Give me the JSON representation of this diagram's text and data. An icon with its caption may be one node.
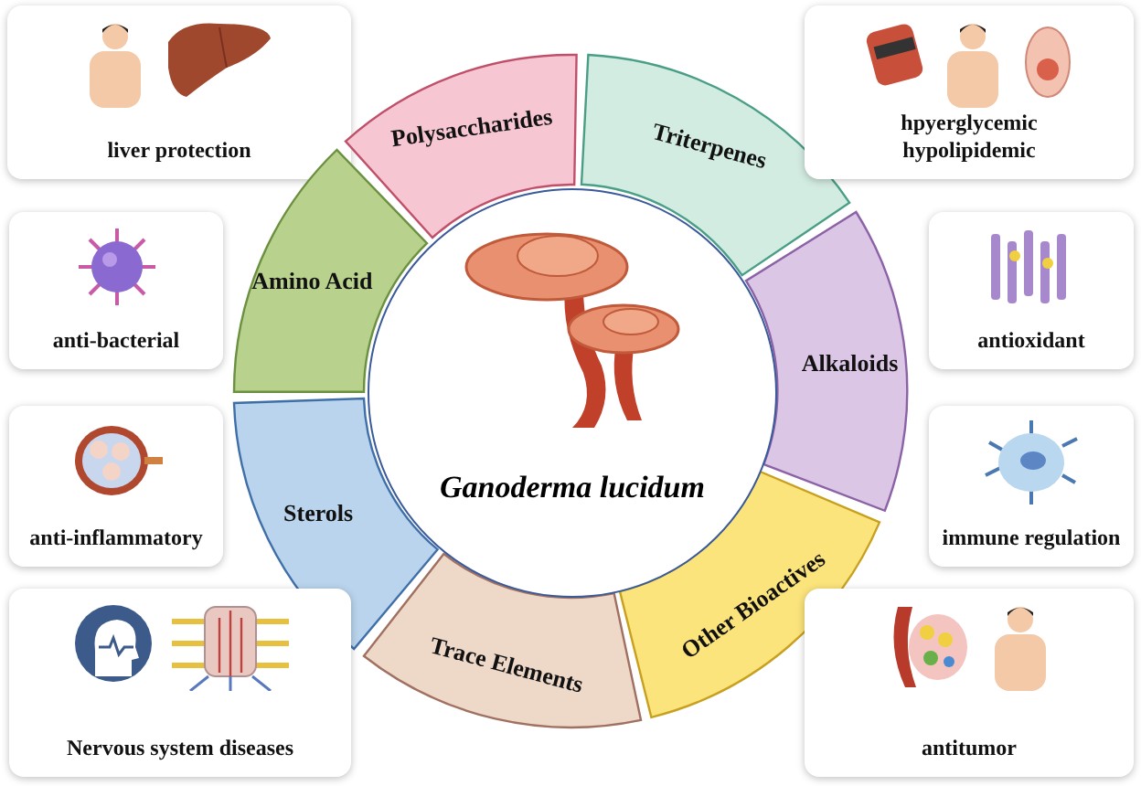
{
  "diagram": {
    "nodes": [
      {
        "text": [
          "liver protection"
        ]
      },
      {
        "text": [
          "Polysaccharides"
        ]
      },
      {
        "text": [
          "Triterpenes"
        ]
      },
      {
        "text": [
          "hpyerglycemic hypolipidemic"
        ]
      },
      {
        "text": [
          "anti-bacterial"
        ]
      },
      {
        "text": [
          "Amino Acid"
        ]
      },
      {
        "text": [
          "antioxidant"
        ]
      },
      {
        "text": [
          "Alkaloids"
        ]
      },
      {
        "text": [
          "Ganoderma lucidum"
        ]
      },
      {
        "text": [
          "anti-inflammatory"
        ]
      },
      {
        "text": [
          "Sterols"
        ]
      },
      {
        "text": [
          "immune regulation"
        ]
      },
      {
        "text": [
          "Other Bioactives"
        ]
      },
      {
        "text": [
          "Trace Elements"
        ]
      },
      {
        "text": [
          "Nervous system diseases"
        ]
      },
      {
        "text": [
          "antitumor"
        ]
      }
    ]
  }
}
